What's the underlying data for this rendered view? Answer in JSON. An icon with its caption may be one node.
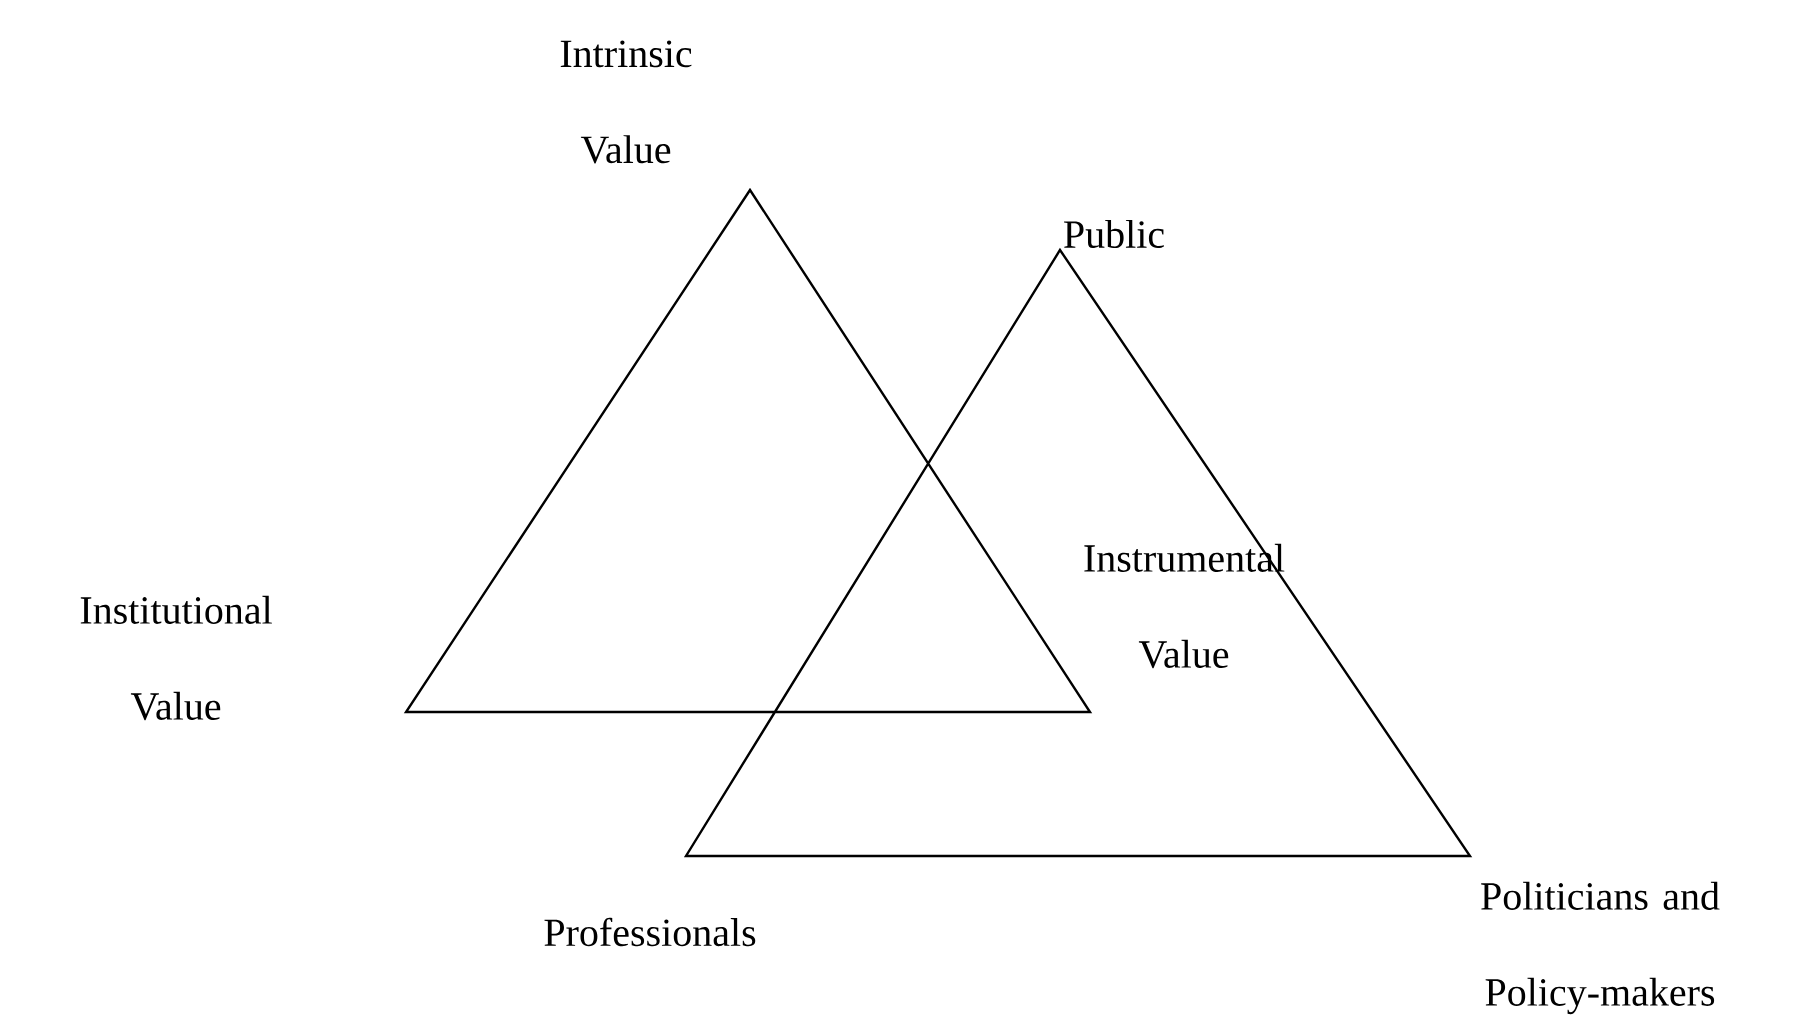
{
  "diagram": {
    "labels": [
      "Intrinsic Value",
      "Public",
      "Institutional Value",
      "Instrumental Value",
      "Politicians and Policy-makers",
      "Professionals"
    ]
  }
}
